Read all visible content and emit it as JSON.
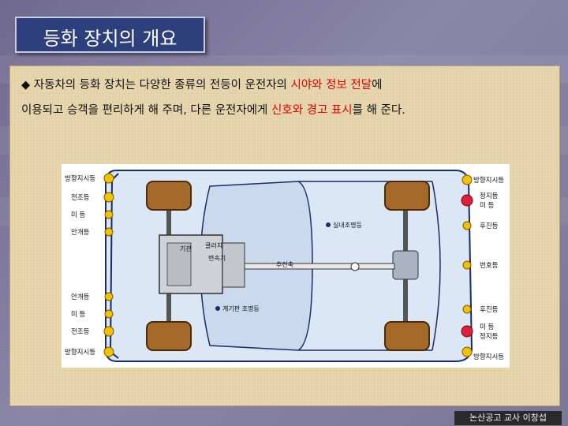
{
  "slide": {
    "title": "등화 장치의 개요",
    "bullet_icon": "diamond-bullet",
    "line1_part1": "자동차의 등화 장치는 다양한 종류의 전등이 운전자의 ",
    "line1_red": "시야와 정보 전달",
    "line1_part2": "에",
    "line2_part1": "이용되고 승객을 편리하게 해 주며, 다른 운전자에게 ",
    "line2_red": "신호와 경고 표시",
    "line2_part2": "를 해 준다.",
    "footer": "논산공고  교사 이창섭"
  },
  "diagram": {
    "left_labels": {
      "turn_front_top": "방향지시등",
      "headlamp_top": "전조등",
      "tail_top": "미  등",
      "fog_top": "안개등",
      "fog_bottom": "안개등",
      "tail_bottom": "미  등",
      "headlamp_bottom": "전조등",
      "turn_front_bottom": "방향지시등"
    },
    "right_labels": {
      "turn_rear_top": "방향지시등",
      "stop_tail_top": "정지등\n미  등",
      "backup_top": "후진등",
      "license": "번호등",
      "backup_bottom": "후진등",
      "tail_stop_bottom": "미  등\n정지등",
      "turn_rear_bottom": "방향지시등"
    },
    "inner_labels": {
      "engine": "기관",
      "clutch": "클러치",
      "transmission": "변속기",
      "propeller_shaft": "추진축",
      "interior_lamp": "실내조명등",
      "instrument_lamp": "계기판 조명등"
    },
    "colors": {
      "amber": "#f2c200",
      "red": "#e0203a",
      "body_blue": "#dbe7f5",
      "tire_brown": "#a56a2a"
    }
  }
}
